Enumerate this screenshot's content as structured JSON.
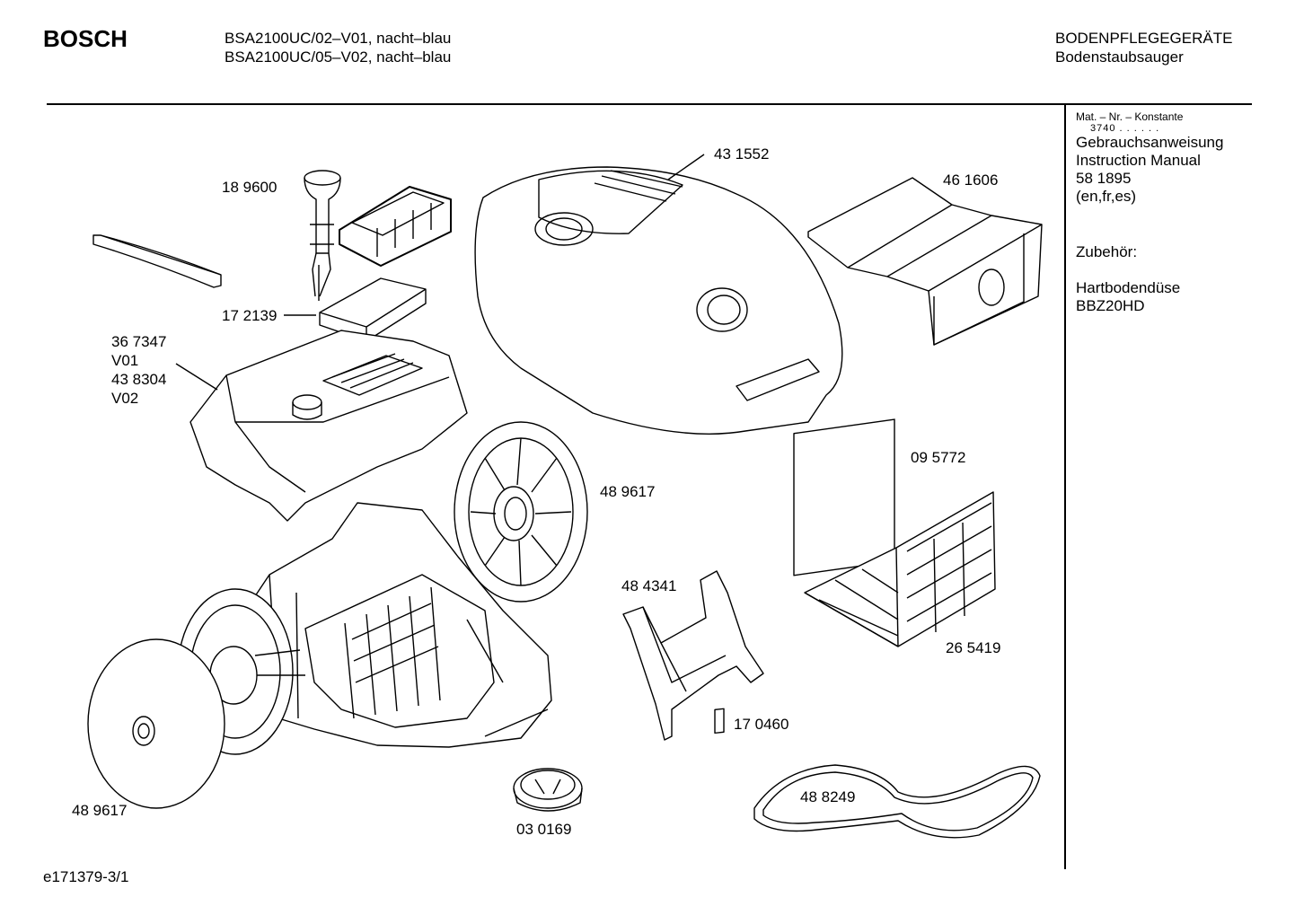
{
  "header": {
    "brand": "BOSCH",
    "models": [
      "BSA2100UC/02–V01, nacht–blau",
      "BSA2100UC/05–V02, nacht–blau"
    ],
    "category": [
      "BODENPFLEGEGERÄTE",
      "Bodenstaubsauger"
    ]
  },
  "sidebar": {
    "mat_label": "Mat. – Nr. – Konstante",
    "mat_value": "3740 . . . . . .",
    "manual_lines": [
      "Gebrauchsanweisung",
      "Instruction Manual",
      "58 1895",
      "(en,fr,es)"
    ],
    "accessory_heading": "Zubehör:",
    "accessory_lines": [
      "Hartbodendüse",
      "BBZ20HD"
    ]
  },
  "parts": {
    "p189600": "18 9600",
    "p172139": "17 2139",
    "p367347": "36 7347",
    "v01": "V01",
    "p438304": "43 8304",
    "v02": "V02",
    "p431552": "43 1552",
    "p461606": "46 1606",
    "p095772": "09 5772",
    "p489617_wheel": "48 9617",
    "p484341": "48 4341",
    "p265419": "26 5419",
    "p170460": "17 0460",
    "p488249": "48 8249",
    "p489617_left": "48 9617",
    "p030169": "03 0169"
  },
  "footer": {
    "drawing_id": "e171379-3/1"
  }
}
